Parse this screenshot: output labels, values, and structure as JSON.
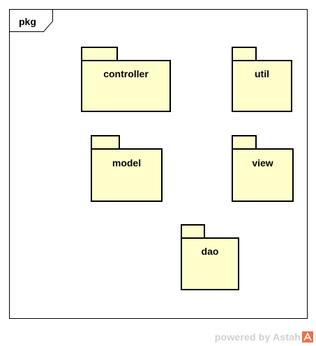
{
  "frame": {
    "label": "pkg"
  },
  "packages": [
    {
      "id": "controller",
      "name": "controller"
    },
    {
      "id": "util",
      "name": "util"
    },
    {
      "id": "model",
      "name": "model"
    },
    {
      "id": "view",
      "name": "view"
    },
    {
      "id": "dao",
      "name": "dao"
    }
  ],
  "colors": {
    "package_fill": "#ffffcc",
    "stroke": "#000000",
    "watermark_text": "#cfcfcf",
    "logo_accent": "#e8734a"
  },
  "watermark": {
    "text": "powered by Astah",
    "logo": "astah-logo-icon"
  }
}
